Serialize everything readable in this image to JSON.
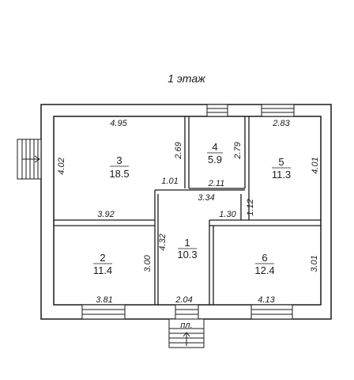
{
  "title": "1 этаж",
  "rooms": [
    {
      "number": "1",
      "area": "10.3"
    },
    {
      "number": "2",
      "area": "11.4"
    },
    {
      "number": "3",
      "area": "18.5"
    },
    {
      "number": "4",
      "area": "5.9"
    },
    {
      "number": "5",
      "area": "11.3"
    },
    {
      "number": "6",
      "area": "12.4"
    }
  ],
  "dimensions": {
    "d495": "4.95",
    "d283": "2.83",
    "d269": "2.69",
    "d279": "2.79",
    "d402": "4.02",
    "d401": "4.01",
    "d101": "1.01",
    "d211": "2.11",
    "d334": "3.34",
    "d392": "3.92",
    "d130": "1.30",
    "d112": "1.12",
    "d432": "4.32",
    "d300": "3.00",
    "d301": "3.01",
    "d381": "3.81",
    "d204": "2.04",
    "d413": "4.13"
  },
  "porch_label": "пл.",
  "colors": {
    "wall": "#1a1a1a",
    "background": "#ffffff"
  }
}
